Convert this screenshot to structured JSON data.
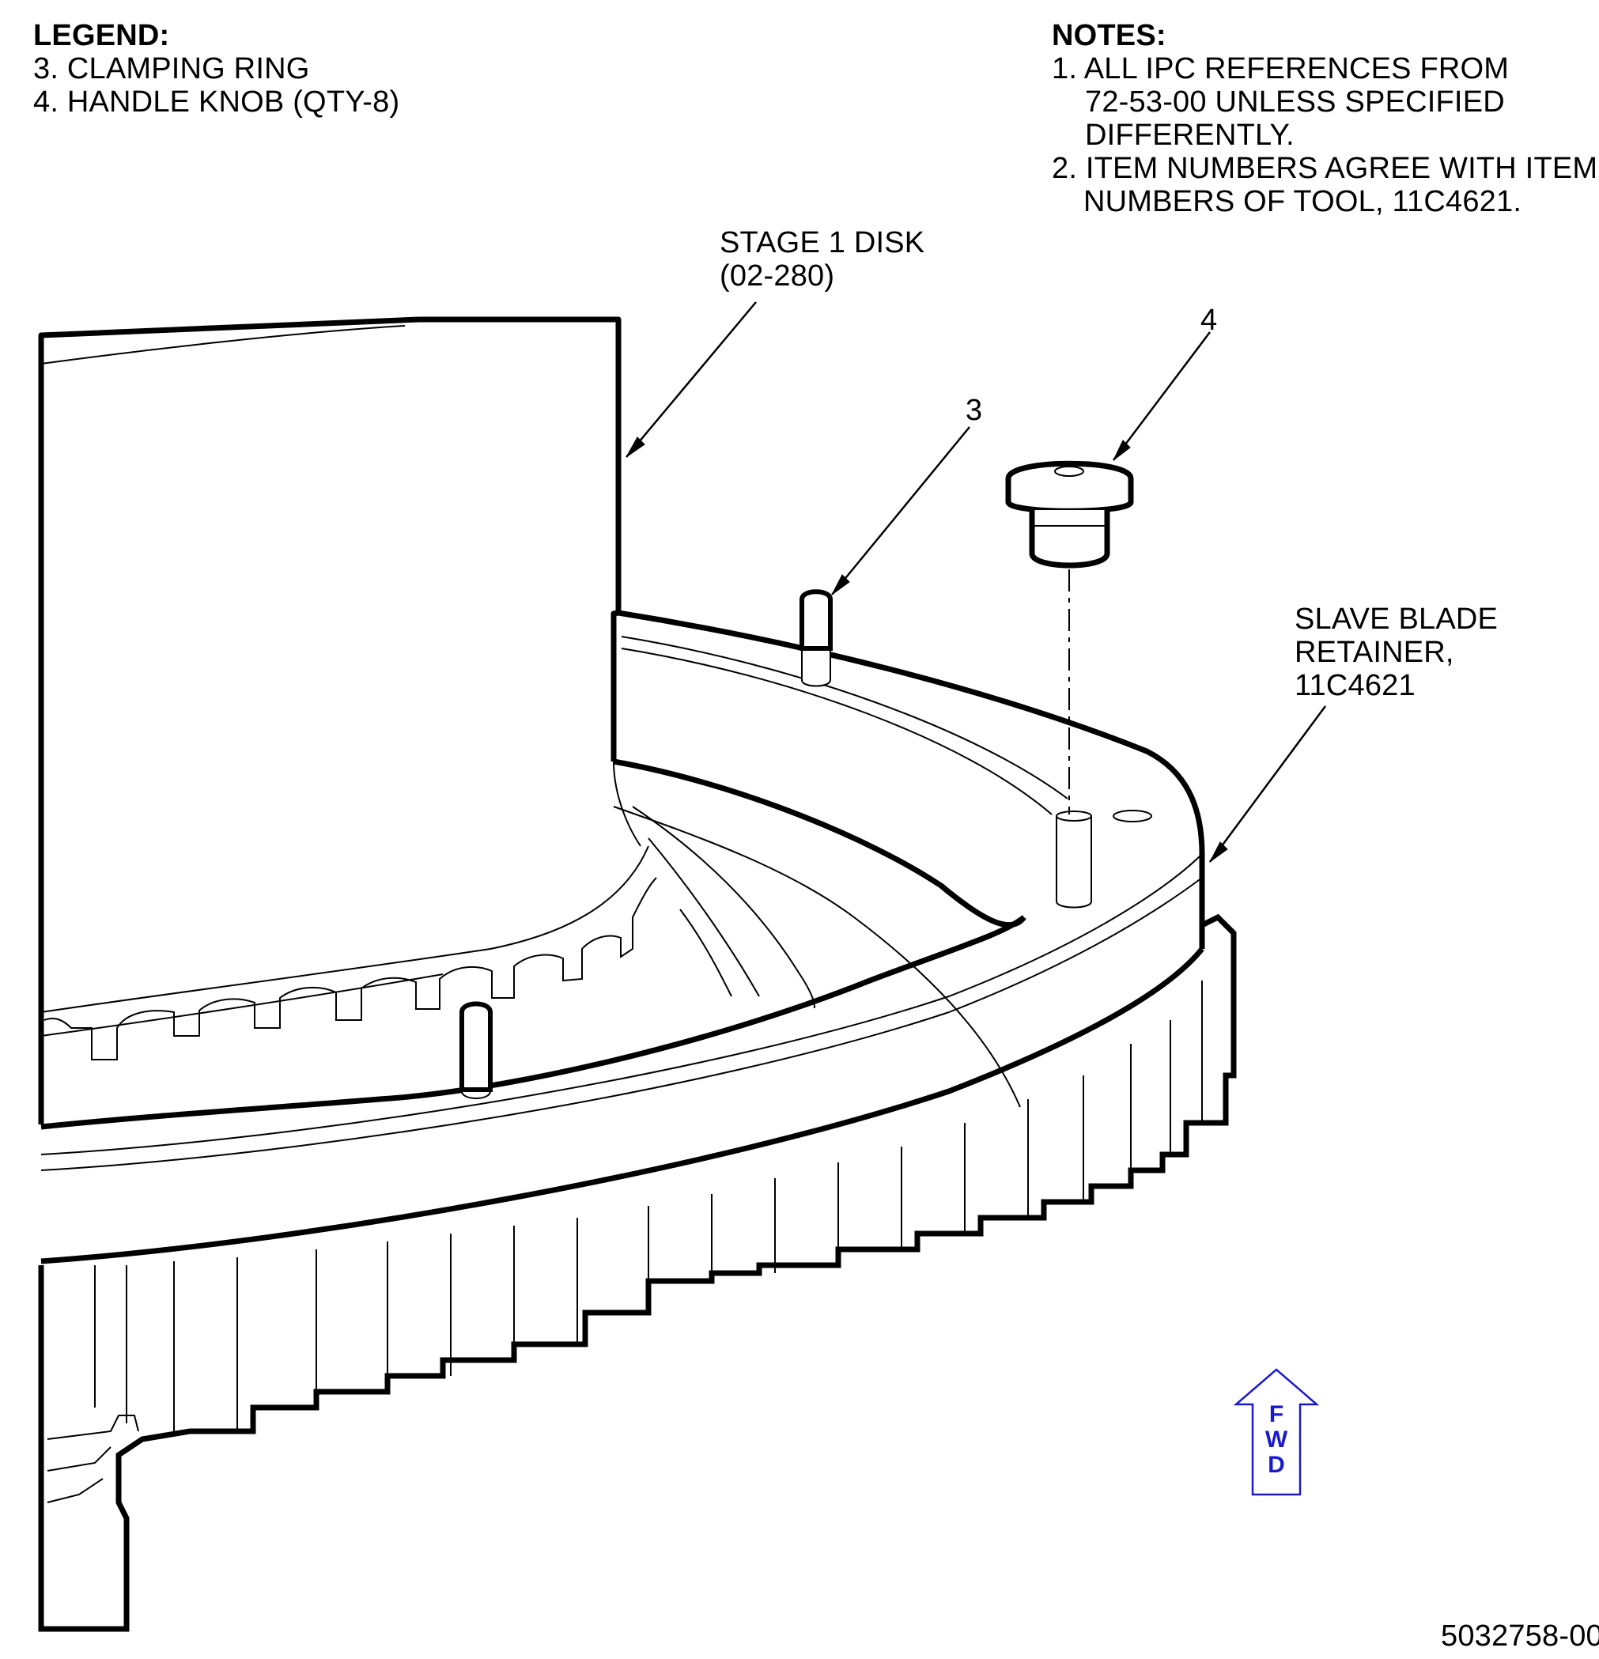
{
  "legend": {
    "heading": "LEGEND:",
    "items": [
      "3. CLAMPING RING",
      "4. HANDLE KNOB (QTY-8)"
    ]
  },
  "notes": {
    "heading": "NOTES:",
    "n1_line1": "1. ALL IPC REFERENCES FROM",
    "n1_line2": "72-53-00 UNLESS SPECIFIED",
    "n1_line3": "DIFFERENTLY.",
    "n2_line1": "2. ITEM NUMBERS AGREE WITH ITEM",
    "n2_line2": "NUMBERS OF TOOL, 11C4621."
  },
  "callouts": {
    "stage_disk_line1": "STAGE 1 DISK",
    "stage_disk_line2": "(02-280)",
    "item3": "3",
    "item4": "4",
    "slave_line1": "SLAVE BLADE",
    "slave_line2": "RETAINER,",
    "slave_line3": "11C4621"
  },
  "fwd_arrow": {
    "letters": [
      "F",
      "W",
      "D"
    ],
    "color": "#1a1acc"
  },
  "drawing_number": "5032758-00"
}
